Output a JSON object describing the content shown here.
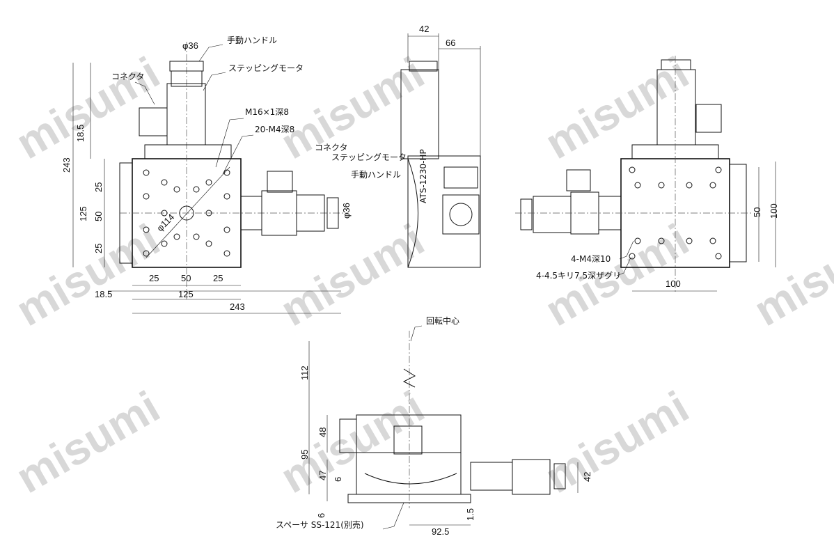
{
  "watermark": "misumi",
  "top_view": {
    "labels": [
      "手動ハンドル",
      "ステッピングモータ",
      "コネクタ",
      "M16×1深8",
      "20-M4深8",
      "コネクタ",
      "ステッピングモータ",
      "手動ハンドル"
    ],
    "dims": [
      "φ36",
      "18.5",
      "243",
      "25",
      "125",
      "50",
      "25",
      "φ114",
      "φ36",
      "25",
      "50",
      "25",
      "18.5",
      "125",
      "243"
    ]
  },
  "side_view": {
    "dims": [
      "42",
      "66"
    ],
    "stamp": "ATS-1230-HP"
  },
  "right_view": {
    "labels": [
      "4-M4深10",
      "4-4.5キリ7.5深ザグリ"
    ],
    "dims": [
      "50",
      "100",
      "100"
    ]
  },
  "bottom_view": {
    "labels": [
      "回転中心",
      "スペーサ SS-121(別売)"
    ],
    "dims": [
      "112",
      "48",
      "95",
      "47",
      "6",
      "6",
      "42",
      "92.5",
      "1.5"
    ]
  }
}
